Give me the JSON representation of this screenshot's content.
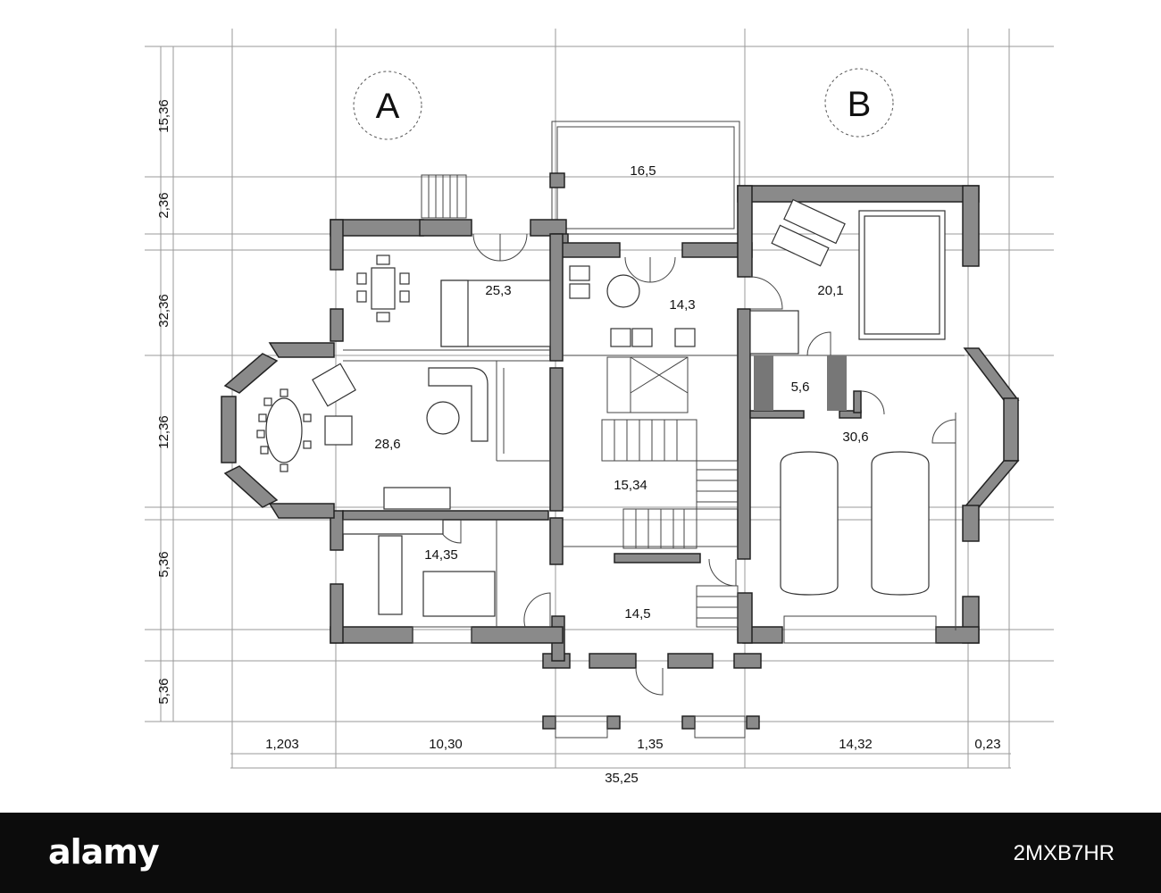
{
  "axes": [
    "A",
    "B"
  ],
  "rooms": [
    "16,5",
    "25,3",
    "14,3",
    "20,1",
    "5,6",
    "28,6",
    "30,6",
    "15,34",
    "14,35",
    "14,5"
  ],
  "left_dims": [
    "15,36",
    "2,36",
    "32,36",
    "12,36",
    "5,36",
    "5,36"
  ],
  "bottom_dims": [
    "1,203",
    "10,30",
    "1,35",
    "14,32",
    "0,23"
  ],
  "total_dim": "35,25",
  "footer": {
    "logo": "alamy",
    "image_id": "2MXB7HR"
  }
}
